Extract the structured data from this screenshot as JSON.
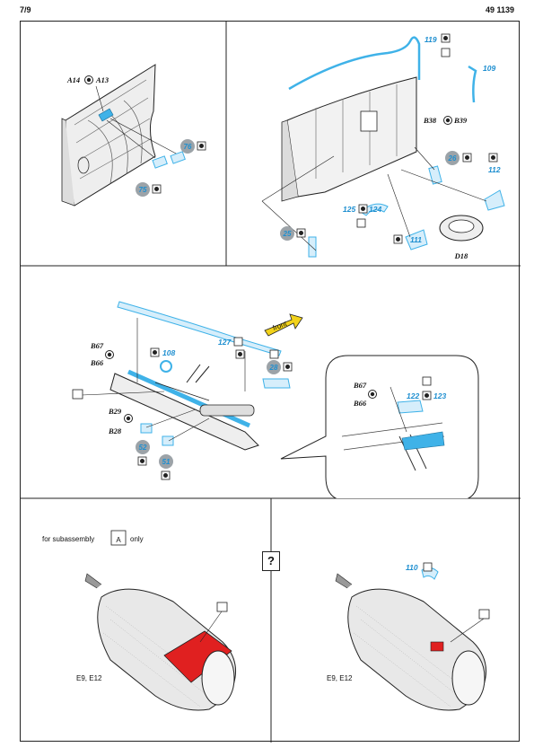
{
  "header": {
    "page": "7/9",
    "code": "49 1139"
  },
  "panel1": {
    "labels": {
      "a14": "A14",
      "a13": "A13",
      "p76": "76",
      "p75": "75"
    }
  },
  "panel2": {
    "labels": {
      "p119": "119",
      "p109": "109",
      "b38": "B38",
      "b39": "B39",
      "p26": "26",
      "p112": "112",
      "p125": "125",
      "p124": "124",
      "p25": "25",
      "p111": "111",
      "d18": "D18"
    }
  },
  "panel3": {
    "labels": {
      "b67": "B67",
      "b66": "B66",
      "p108": "108",
      "p127": "127",
      "front": "front",
      "p28": "28",
      "b29": "B29",
      "b28": "B28",
      "p52": "52",
      "p51": "51",
      "b67i": "B67",
      "b66i": "B66",
      "p122": "122",
      "p123": "123"
    }
  },
  "panel4": {
    "note_prefix": "for subassembly",
    "note_letter": "A",
    "note_suffix": "only",
    "parts": "E9, E12"
  },
  "panel5": {
    "question": "?"
  },
  "panel6": {
    "p110": "110",
    "parts": "E9, E12"
  },
  "colors": {
    "photoetch": "#3fb2e8",
    "label_blue": "#1f8fd0",
    "red": "#e02020",
    "badge_grey": "#9ca3a8",
    "front_arrow": "#f2d21a"
  }
}
